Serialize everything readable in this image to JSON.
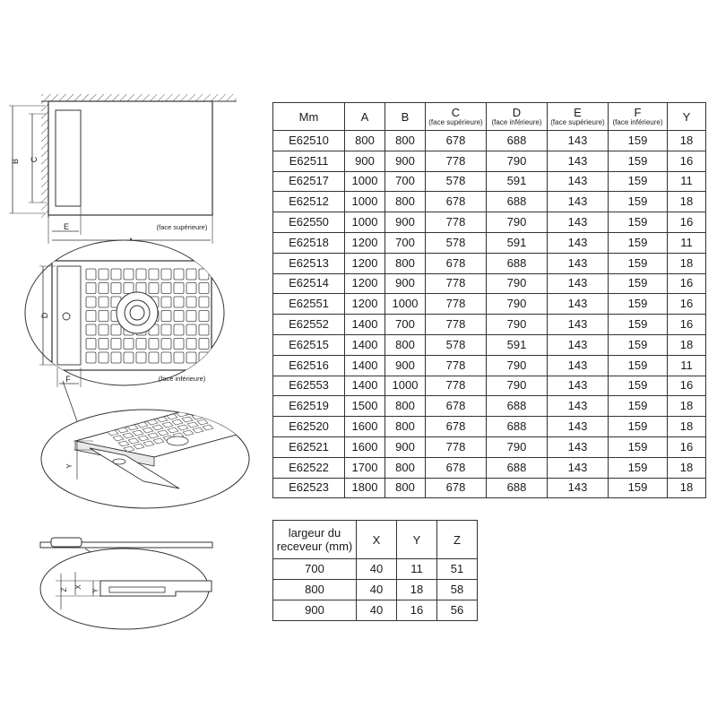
{
  "drawing": {
    "labels": {
      "face_superieure": "(face supérieure)",
      "face_inferieure": "(face inférieure)",
      "A": "A",
      "B": "B",
      "C": "C",
      "D": "D",
      "E": "E",
      "F": "F",
      "X": "X",
      "Y": "Y",
      "Z": "Z"
    }
  },
  "dimensions_table": {
    "headers": [
      {
        "main": "Mm",
        "sub": ""
      },
      {
        "main": "A",
        "sub": ""
      },
      {
        "main": "B",
        "sub": ""
      },
      {
        "main": "C",
        "sub": "(face supérieure)"
      },
      {
        "main": "D",
        "sub": "(face inférieure)"
      },
      {
        "main": "E",
        "sub": "(face supérieure)"
      },
      {
        "main": "F",
        "sub": "(face inférieure)"
      },
      {
        "main": "Y",
        "sub": ""
      }
    ],
    "rows": [
      [
        "E62510",
        "800",
        "800",
        "678",
        "688",
        "143",
        "159",
        "18"
      ],
      [
        "E62511",
        "900",
        "900",
        "778",
        "790",
        "143",
        "159",
        "16"
      ],
      [
        "E62517",
        "1000",
        "700",
        "578",
        "591",
        "143",
        "159",
        "11"
      ],
      [
        "E62512",
        "1000",
        "800",
        "678",
        "688",
        "143",
        "159",
        "18"
      ],
      [
        "E62550",
        "1000",
        "900",
        "778",
        "790",
        "143",
        "159",
        "16"
      ],
      [
        "E62518",
        "1200",
        "700",
        "578",
        "591",
        "143",
        "159",
        "11"
      ],
      [
        "E62513",
        "1200",
        "800",
        "678",
        "688",
        "143",
        "159",
        "18"
      ],
      [
        "E62514",
        "1200",
        "900",
        "778",
        "790",
        "143",
        "159",
        "16"
      ],
      [
        "E62551",
        "1200",
        "1000",
        "778",
        "790",
        "143",
        "159",
        "16"
      ],
      [
        "E62552",
        "1400",
        "700",
        "778",
        "790",
        "143",
        "159",
        "16"
      ],
      [
        "E62515",
        "1400",
        "800",
        "578",
        "591",
        "143",
        "159",
        "18"
      ],
      [
        "E62516",
        "1400",
        "900",
        "778",
        "790",
        "143",
        "159",
        "11"
      ],
      [
        "E62553",
        "1400",
        "1000",
        "778",
        "790",
        "143",
        "159",
        "16"
      ],
      [
        "E62519",
        "1500",
        "800",
        "678",
        "688",
        "143",
        "159",
        "18"
      ],
      [
        "E62520",
        "1600",
        "800",
        "678",
        "688",
        "143",
        "159",
        "18"
      ],
      [
        "E62521",
        "1600",
        "900",
        "778",
        "790",
        "143",
        "159",
        "16"
      ],
      [
        "E62522",
        "1700",
        "800",
        "678",
        "688",
        "143",
        "159",
        "18"
      ],
      [
        "E62523",
        "1800",
        "800",
        "678",
        "688",
        "143",
        "159",
        "18"
      ]
    ]
  },
  "xyz_table": {
    "headers": [
      "largeur du receveur (mm)",
      "X",
      "Y",
      "Z"
    ],
    "rows": [
      [
        "700",
        "40",
        "11",
        "51"
      ],
      [
        "800",
        "40",
        "18",
        "58"
      ],
      [
        "900",
        "40",
        "16",
        "56"
      ]
    ]
  }
}
